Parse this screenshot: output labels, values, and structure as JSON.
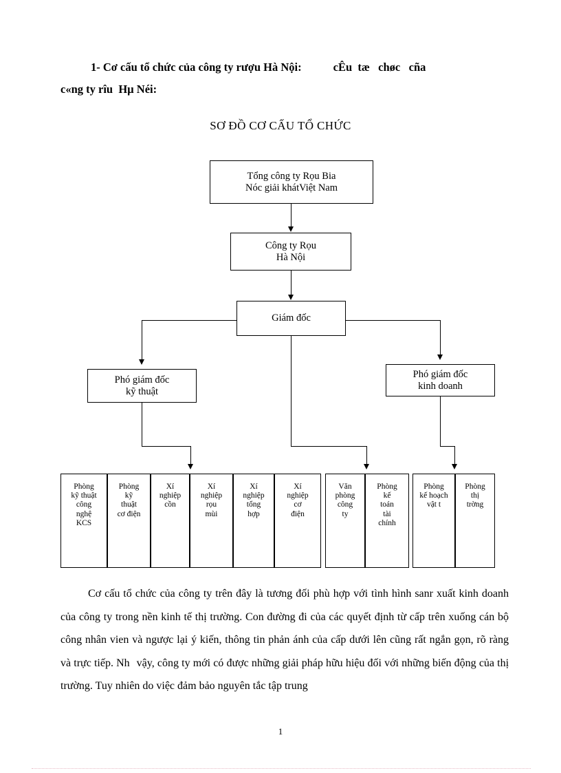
{
  "heading": {
    "line1_number": "1-",
    "line1_main": "Cơ cấu tổ chức của công ty rượu Hà Nội:",
    "line1_trailing": "cÊu  tæ   chøc   cña",
    "line2": "c«ng ty rîu  Hµ Néi:"
  },
  "diagram": {
    "title": "SƠ ĐỒ CƠ CẤU TỔ CHỨC",
    "nodes": {
      "corporation": {
        "line1": "Tổng công ty Rọu   Bia",
        "line2": "Nóc   giải khátViệt  Nam"
      },
      "company": {
        "line1": "Công ty Rọu",
        "line2": "Hà Nội"
      },
      "director": {
        "line1": "Giám đốc"
      },
      "vp_technical": {
        "line1": "Phó giám đốc",
        "line2": "kỹ thuật"
      },
      "vp_business": {
        "line1": "Phó giám đốc",
        "line2": "kinh doanh"
      }
    },
    "departments_technical": [
      {
        "lines": [
          "Phòng",
          "kỹ thuật",
          "công",
          "nghệ",
          "KCS"
        ]
      },
      {
        "lines": [
          "Phòng",
          "kỹ",
          "thuật",
          "cơ điện"
        ]
      },
      {
        "lines": [
          "Xí",
          "nghiệp",
          "cồn"
        ]
      },
      {
        "lines": [
          "Xí",
          "nghiệp",
          "rọu",
          "mùi"
        ]
      },
      {
        "lines": [
          "Xí",
          "nghiệp",
          "tổng",
          "hợp"
        ]
      },
      {
        "lines": [
          "Xí",
          "nghiệp",
          "cơ",
          "điện"
        ]
      }
    ],
    "departments_director": [
      {
        "lines": [
          "Văn",
          "phòng",
          "công",
          "ty"
        ]
      },
      {
        "lines": [
          "Phòng",
          "kế",
          "toán",
          "tài",
          "chính"
        ]
      }
    ],
    "departments_business": [
      {
        "lines": [
          "Phòng",
          "kế hoạch",
          "vật t"
        ]
      },
      {
        "lines": [
          "Phòng",
          "thị",
          "trờng"
        ]
      }
    ]
  },
  "body": {
    "paragraph_lines": [
      "Cơ cấu tổ chức của công ty trên đây là tương đối phù hợp với tình hình",
      "sanr xuất kinh doanh của công ty trong nền kinh tế thị trường. Con đường đi",
      "của các quyết định từ cấp trên xuống cán bộ công nhân vien và ngược lại ý",
      "kiến, thông tin phản ánh của cấp dưới lên cũng rất ngắn gọn, rõ ràng và trực",
      "tiếp.",
      "Nh",
      "vậy, công ty mới có được những giải pháp hữu hiệu đối với những",
      "biến động của thị trường. Tuy nhiên do việc đảm bảo nguyên tắc tập trung"
    ]
  },
  "footer": {
    "page_number": "1"
  }
}
